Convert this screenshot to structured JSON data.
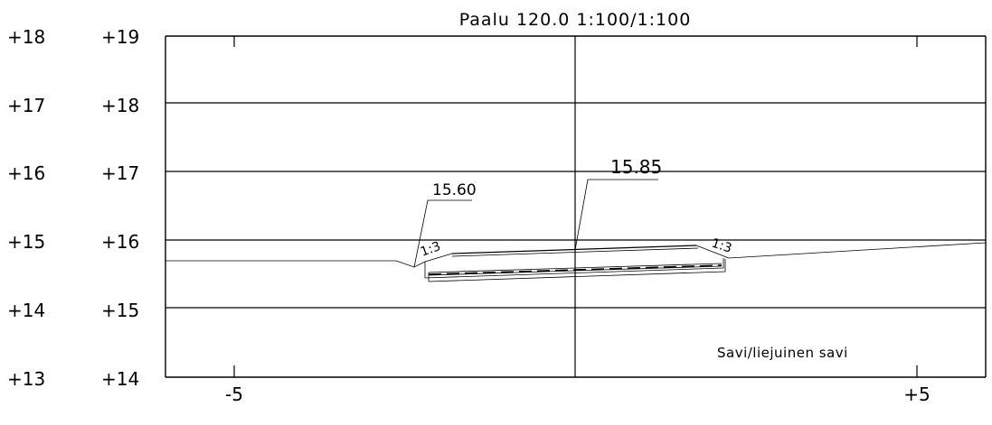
{
  "title": "Paalu 120.0   1:100/1:100",
  "outer_scale_labels": [
    "+18",
    "+17",
    "+16",
    "+15",
    "+14",
    "+13"
  ],
  "inner_scale_labels": [
    "+19",
    "+18",
    "+17",
    "+16",
    "+15",
    "+14"
  ],
  "x_ticks": [
    "-5",
    "+5"
  ],
  "annotations": {
    "left_level": "15.60",
    "center_level": "15.85",
    "left_slope": "1:3",
    "right_slope": "1:3",
    "soil_type": "Savi/liejuinen savi"
  }
}
